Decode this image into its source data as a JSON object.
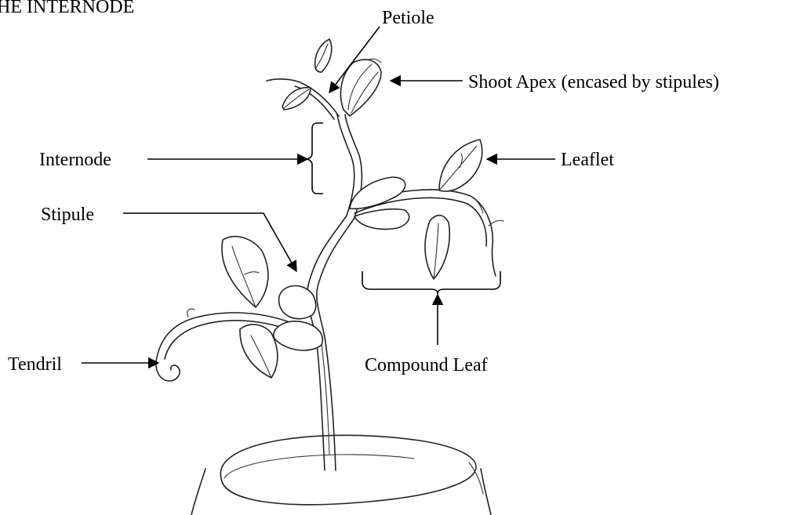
{
  "header_fragment": "HE INTERNODE",
  "labels": {
    "petiole": "Petiole",
    "shoot_apex": "Shoot Apex (encased by stipules)",
    "internode": "Internode",
    "leaflet": "Leaflet",
    "stipule": "Stipule",
    "tendril": "Tendril",
    "compound_leaf": "Compound Leaf"
  },
  "colors": {
    "ink": "#000000",
    "background": "#ffffff"
  }
}
